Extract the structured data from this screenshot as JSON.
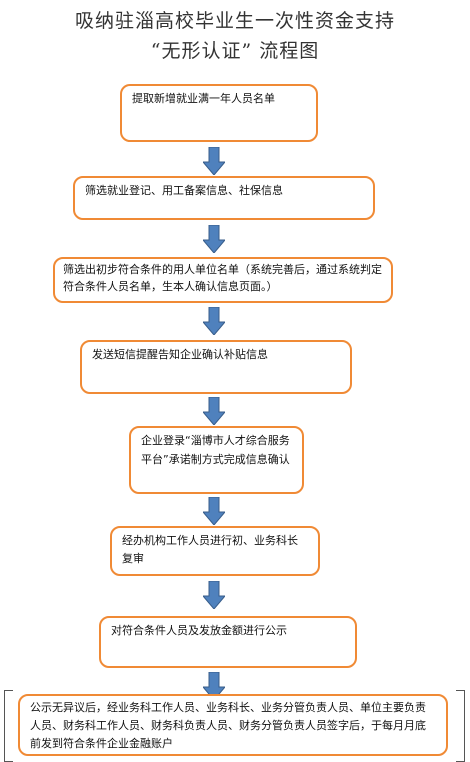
{
  "title": {
    "line1": "吸纳驻淄高校毕业生一次性资金支持",
    "line2": "“无形认证” 流程图"
  },
  "steps": [
    "提取新增就业满一年人员名单",
    "筛选就业登记、用工备案信息、社保信息",
    "筛选出初步符合条件的用人单位名单（系统完善后，通过系统判定符合条件人员名单，生本人确认信息页面。）",
    "发送短信提醒告知企业确认补贴信息",
    "企业登录“淄博市人才综合服务平台”承诺制方式完成信息确认",
    "经办机构工作人员进行初、业务科长复审",
    "对符合条件人员及发放金额进行公示",
    "公示无异议后，经业务科工作人员、业务科长、业务分管负责人员、单位主要负责人员、财务科工作人员、财务科负责人员、财务分管负责人员签字后，于每月月底前发到符合条件企业金融账户"
  ],
  "colors": {
    "box_border": "#f08a35",
    "arrow_fill": "#4f81bd",
    "arrow_stroke": "#385d8a"
  }
}
